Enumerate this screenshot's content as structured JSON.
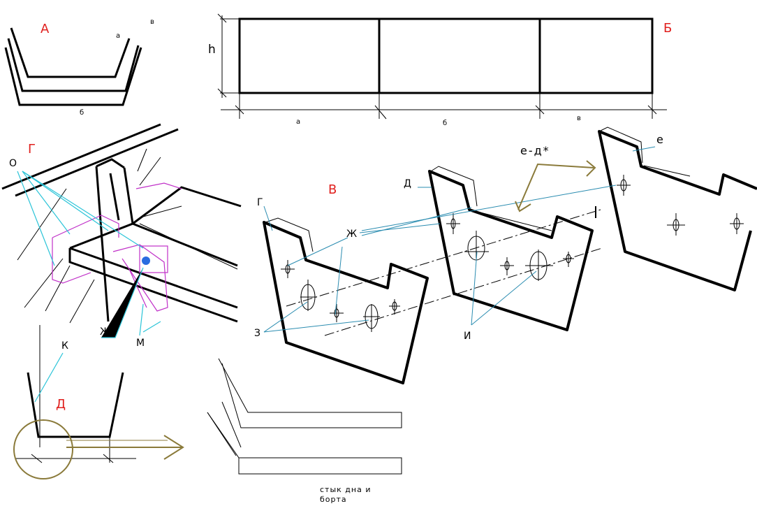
{
  "panels": {
    "A": {
      "title": "А",
      "labels": {
        "a": "а",
        "b": "б",
        "v": "в"
      }
    },
    "B": {
      "title": "Б",
      "height_label": "h",
      "dims": {
        "a": "а",
        "b": "б",
        "v": "в"
      }
    },
    "G": {
      "title": "Г",
      "labels": {
        "o": "О",
        "zh": "Ж",
        "m": "М"
      }
    },
    "V": {
      "title": "В",
      "labels": {
        "g": "Г",
        "d": "Д",
        "e": "е",
        "ed": "е-д*",
        "zh": "Ж",
        "z": "З",
        "i": "И"
      }
    },
    "D": {
      "title": "Д",
      "labels": {
        "k": "К"
      }
    },
    "joint": {
      "caption": "стык дна и борта"
    }
  },
  "colors": {
    "label_red": "#e0201e",
    "leader_cyan": "#2bc4d8",
    "leader_blue": "#2a8cb0",
    "magenta": "#c030c8",
    "olive": "#8a7a3a"
  }
}
